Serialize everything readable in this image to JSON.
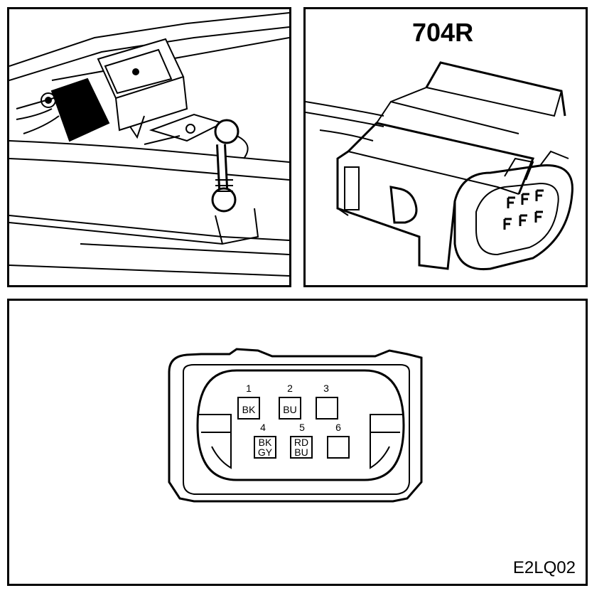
{
  "connector_id": "704R",
  "reference_code": "E2LQ02",
  "pins": [
    {
      "number": "1",
      "color": [
        "BK"
      ]
    },
    {
      "number": "2",
      "color": [
        "BU"
      ]
    },
    {
      "number": "3",
      "color": []
    },
    {
      "number": "4",
      "color": [
        "BK",
        "GY"
      ]
    },
    {
      "number": "5",
      "color": [
        "RD",
        "BU"
      ]
    },
    {
      "number": "6",
      "color": []
    }
  ]
}
